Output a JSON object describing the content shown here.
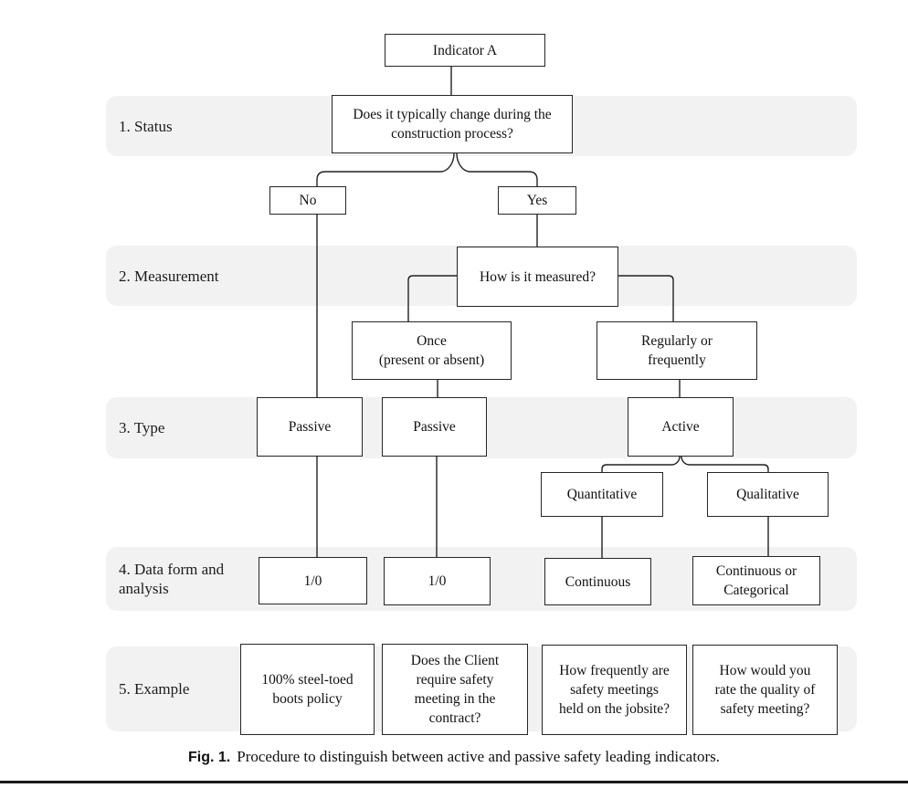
{
  "figure": {
    "caption_label": "Fig. 1.",
    "caption_text": "Procedure to distinguish between active and passive safety leading indicators."
  },
  "row_labels": {
    "status": "1. Status",
    "measurement": "2. Measurement",
    "type": "3. Type",
    "data_form": "4. Data form and\nanalysis",
    "example": "5. Example"
  },
  "nodes": {
    "indicator_a": {
      "label": "Indicator A"
    },
    "status_question": {
      "label": "Does it typically change during the\nconstruction process?"
    },
    "no": {
      "label": "No"
    },
    "yes": {
      "label": "Yes"
    },
    "measure_question": {
      "label": "How is it measured?"
    },
    "once": {
      "label": "Once\n(present or absent)"
    },
    "regularly": {
      "label": "Regularly or\nfrequently"
    },
    "passive_1": {
      "label": "Passive"
    },
    "passive_2": {
      "label": "Passive"
    },
    "active": {
      "label": "Active"
    },
    "quantitative": {
      "label": "Quantitative"
    },
    "qualitative": {
      "label": "Qualitative"
    },
    "data_form_no": {
      "label": "1/0"
    },
    "data_form_once": {
      "label": "1/0"
    },
    "data_form_quant": {
      "label": "Continuous"
    },
    "data_form_qual": {
      "label": "Continuous or\nCategorical"
    },
    "example_no": {
      "label": "100% steel-toed\nboots policy"
    },
    "example_once": {
      "label": "Does the Client\nrequire safety\nmeeting in the\ncontract?"
    },
    "example_quant": {
      "label": "How frequently are\nsafety meetings\nheld on the jobsite?"
    },
    "example_qual": {
      "label": "How would you\nrate the quality of\nsafety meeting?"
    }
  },
  "colors": {
    "band_background": "#f2f2f2",
    "box_border": "#262626",
    "connector_line": "#222222",
    "text": "#111111"
  }
}
